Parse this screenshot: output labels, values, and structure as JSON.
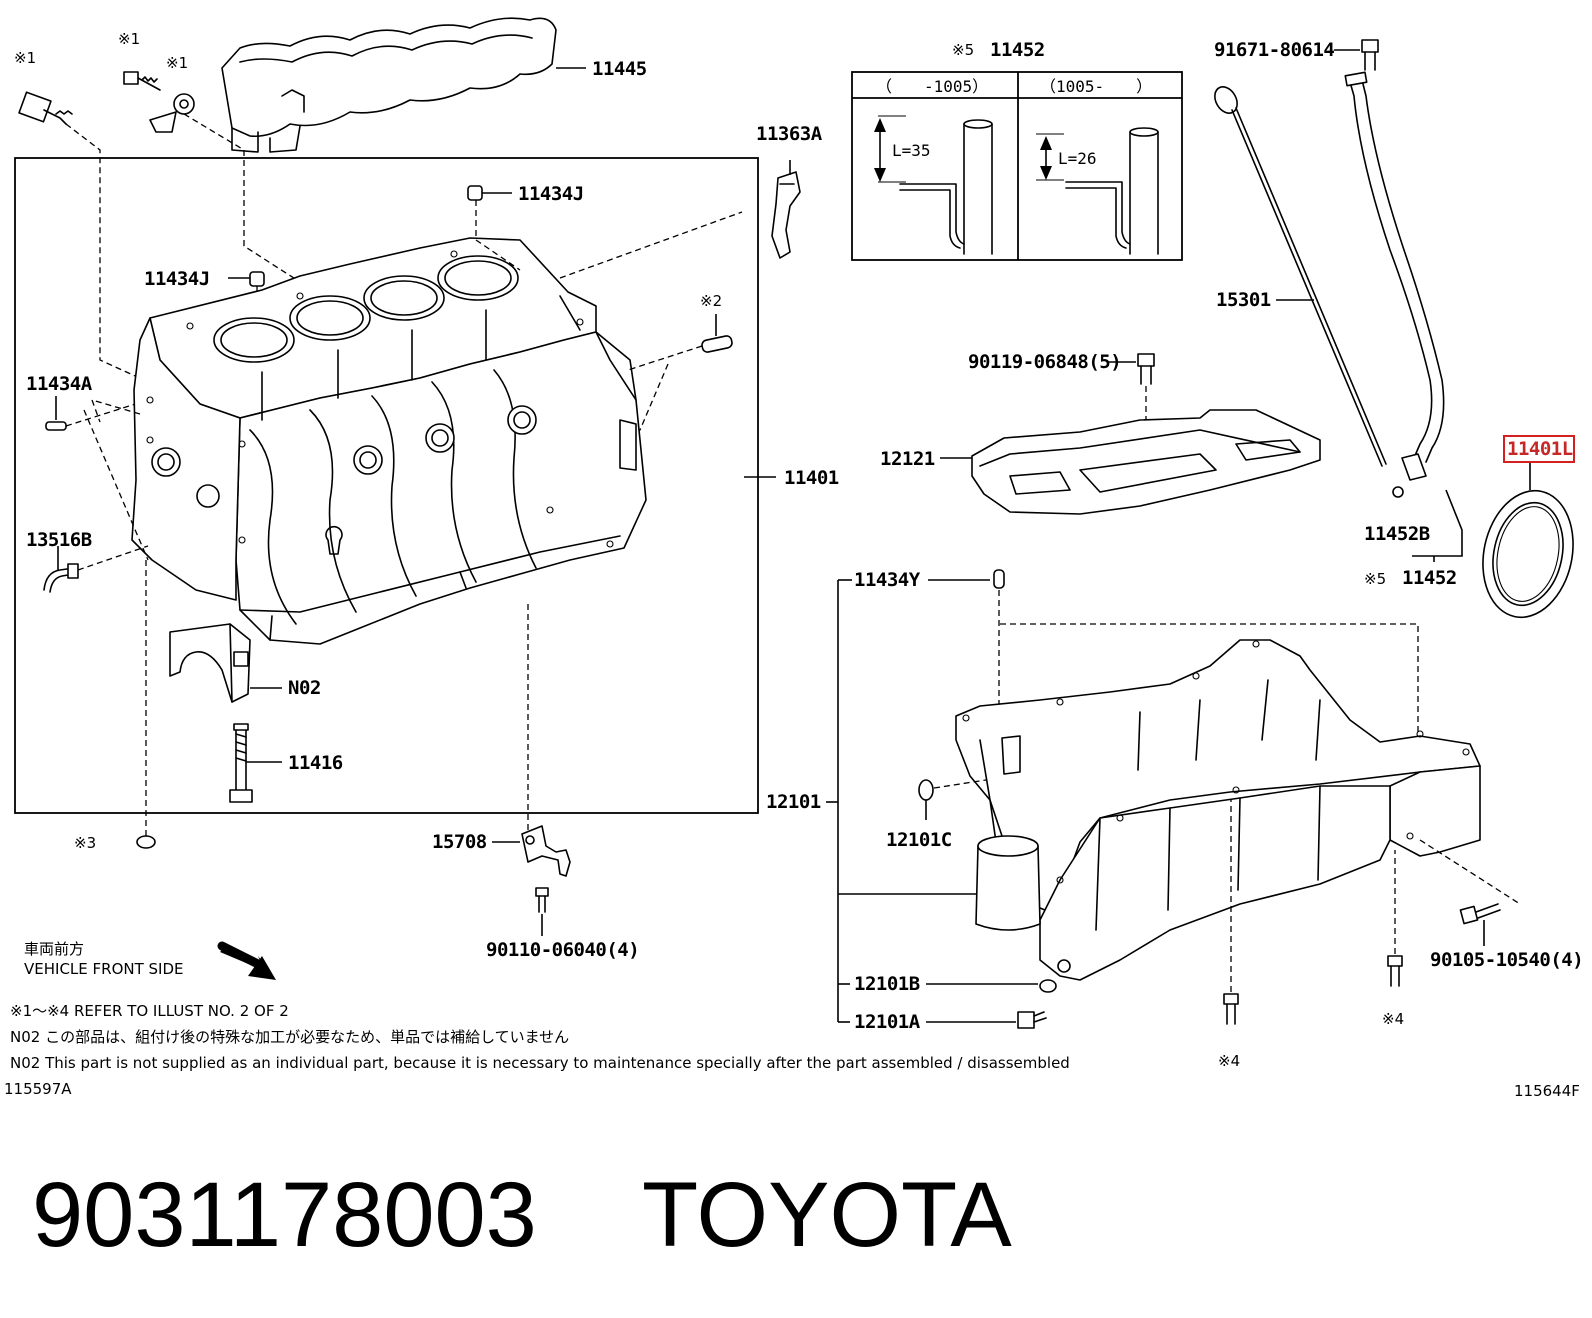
{
  "parts": {
    "p11445": "11445",
    "p11363A": "11363A",
    "p11434J_top": "11434J",
    "p11434J_left": "11434J",
    "p11434A": "11434A",
    "p13516B": "13516B",
    "p11401": "11401",
    "pN02": "N02",
    "p11416": "11416",
    "p15708": "15708",
    "p90110": "90110-06040(4)",
    "p11452_top": "11452",
    "p91671": "91671-80614",
    "p15301": "15301",
    "p90119": "90119-06848(5)",
    "p12121": "12121",
    "p11401L": "11401L",
    "p11452B": "11452B",
    "p11452_bottom": "11452",
    "p11434Y": "11434Y",
    "p12101": "12101",
    "p12101C": "12101C",
    "p12101B": "12101B",
    "p12101A": "12101A",
    "p90105": "90105-10540(4)"
  },
  "marks": {
    "m1a": "※1",
    "m1b": "※1",
    "m1c": "※1",
    "m2": "※2",
    "m3": "※3",
    "m4a": "※4",
    "m4b": "※4",
    "m5a": "※5",
    "m5b": "※5"
  },
  "inset": {
    "col1_head": "（　　-1005）",
    "col2_head": "（1005-　　）",
    "col1_dim": "L=35",
    "col2_dim": "L=26"
  },
  "direction": {
    "jp": "車両前方",
    "en": "VEHICLE FRONT SIDE"
  },
  "notes": {
    "refer": "※1～※4  REFER TO ILLUST NO. 2 OF 2",
    "n02_jp": "N02  この部品は、組付け後の特殊な加工が必要なため、単品では補給していません",
    "n02_en": "N02  This part is not supplied as an individual part, because it is necessary to maintenance specially after the part assembled / disassembled"
  },
  "codes": {
    "left": "115597A",
    "right": "115644F"
  },
  "caption": {
    "part_number": "9031178003",
    "brand": "TOYOTA"
  },
  "colors": {
    "highlight": "#d42020"
  }
}
